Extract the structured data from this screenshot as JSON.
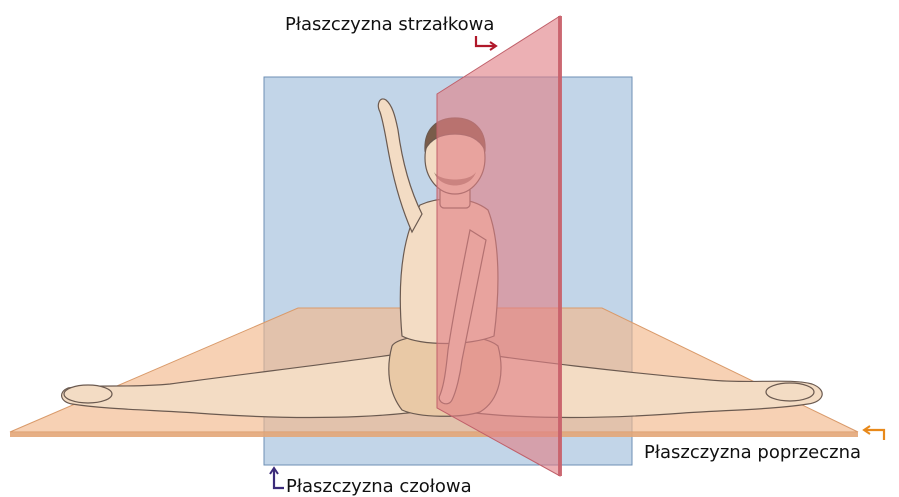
{
  "labels": {
    "sagittal": "Płaszczyzna strzałkowa",
    "transverse": "Płaszczyzna poprzeczna",
    "frontal": "Płaszczyzna czołowa"
  },
  "colors": {
    "sagittal_plane": "#e07f86",
    "frontal_plane": "#8fb2d6",
    "transverse_plane": "#f2b98c",
    "sagittal_arrow": "#b0182a",
    "frontal_arrow": "#3b2b7a",
    "transverse_arrow": "#e8891a",
    "skin": "#f3dcc4",
    "outline": "#6b5a50"
  },
  "icons": {
    "sagittal_arrow": "sagittal-plane-arrow-icon",
    "frontal_arrow": "frontal-plane-arrow-icon",
    "transverse_arrow": "transverse-plane-arrow-icon"
  }
}
